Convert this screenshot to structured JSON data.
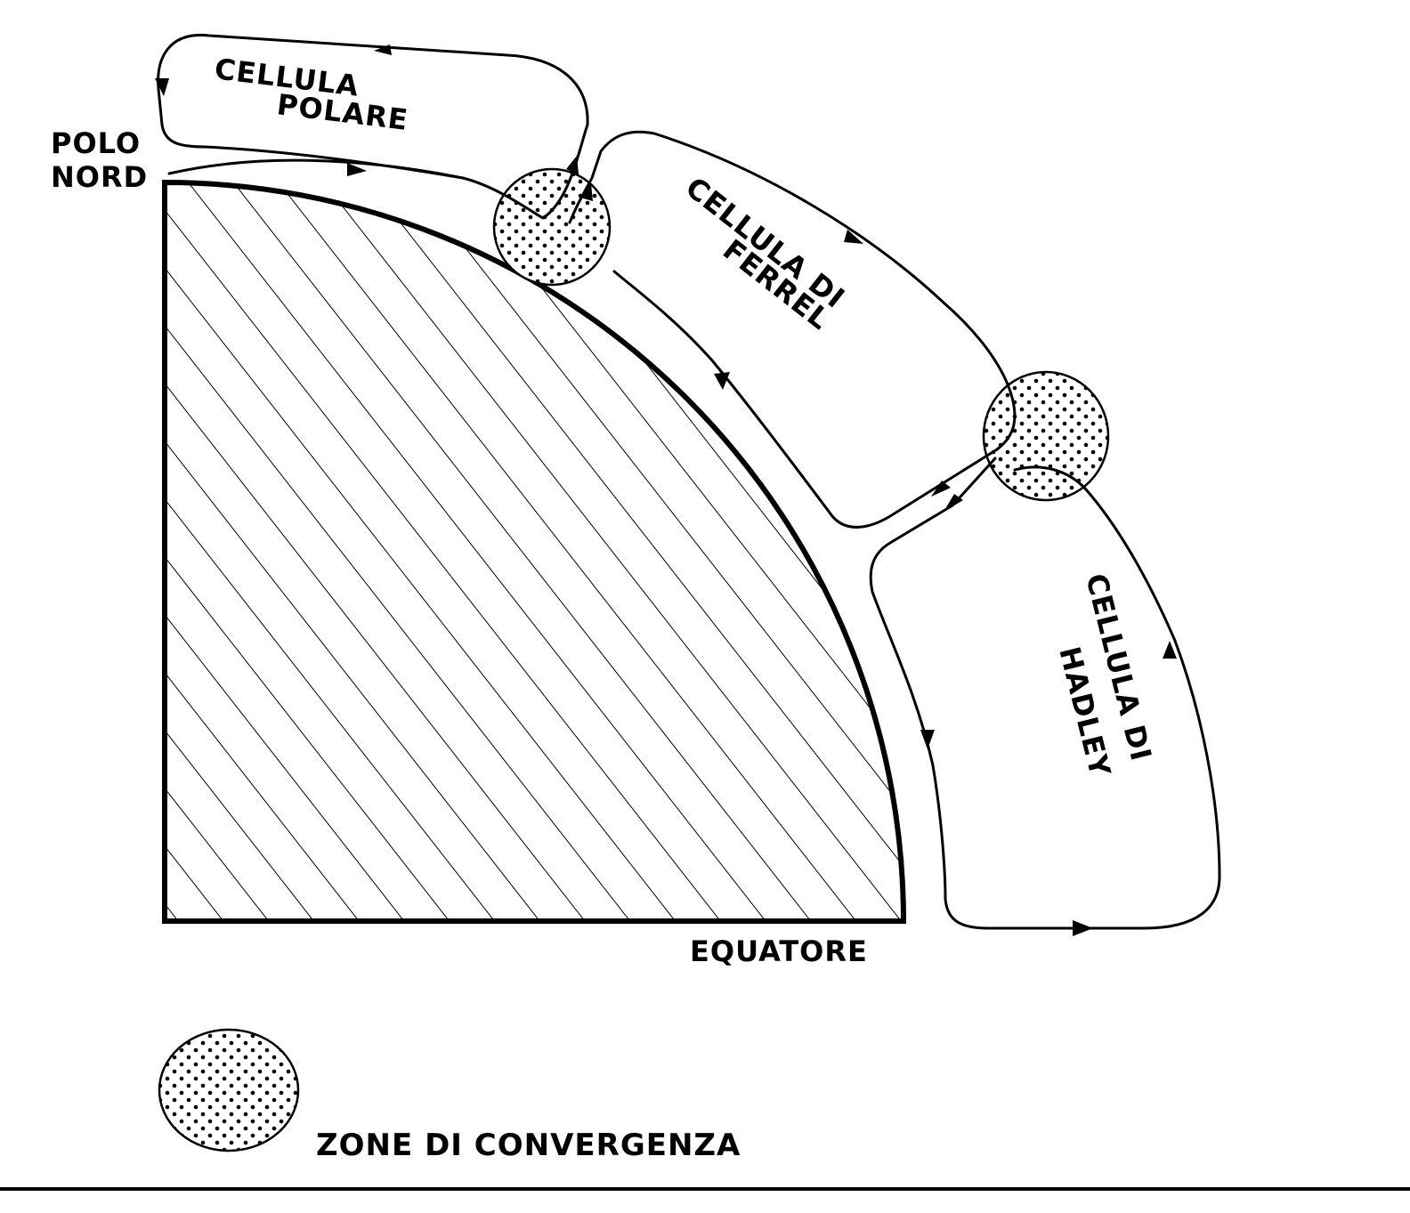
{
  "labels": {
    "polo_nord_line1": "POLO",
    "polo_nord_line2": "NORD",
    "polar_cell_line1": "CELLULA",
    "polar_cell_line2": "POLARE",
    "ferrel_cell_line1": "CELLULA DI",
    "ferrel_cell_line2": "FERREL",
    "hadley_cell_line1": "CELLULA DI",
    "hadley_cell_line2": "HADLEY",
    "equator": "EQUATORE",
    "legend": "ZONE DI CONVERGENZA"
  },
  "icons": {
    "convergence_zone": "stippled-circle-icon"
  },
  "colors": {
    "ink": "#000000",
    "background": "#ffffff"
  }
}
